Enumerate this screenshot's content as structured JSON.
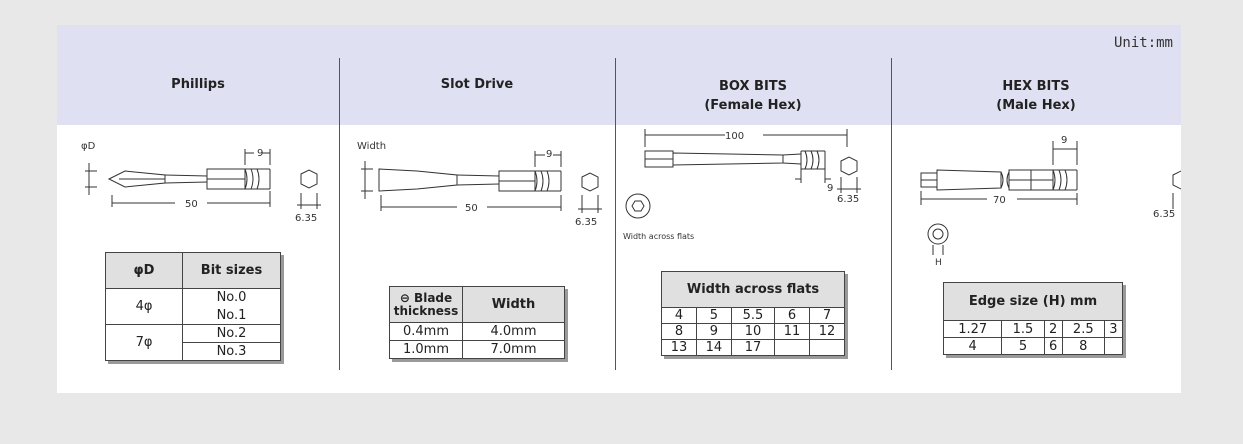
{
  "unit_label": "Unit:mm",
  "columns": {
    "phillips": {
      "title": "Phillips"
    },
    "slot": {
      "title": "Slot Drive"
    },
    "box": {
      "title": "BOX BITS",
      "subtitle": "(Female Hex)"
    },
    "hex": {
      "title": "HEX BITS",
      "subtitle": "(Male Hex)"
    }
  },
  "drawings": {
    "phillips": {
      "dia_label": "φD",
      "dim_9": "9",
      "dim_50": "50",
      "dim_635": "6.35"
    },
    "slot": {
      "width_label": "Width",
      "dim_9": "9",
      "dim_50": "50",
      "dim_635": "6.35"
    },
    "box": {
      "dim_100": "100",
      "dim_9": "9",
      "dim_635": "6.35",
      "caption": "Width across flats"
    },
    "hex": {
      "dim_9": "9",
      "dim_70": "70",
      "dim_635": "6.35",
      "h_label": "H"
    }
  },
  "tables": {
    "phillips": {
      "headers": [
        "φD",
        "Bit sizes"
      ],
      "rows": [
        {
          "d": "4φ",
          "sizes": [
            "No.0",
            "No.1"
          ]
        },
        {
          "d": "7φ",
          "sizes": [
            "No.2",
            "No.3"
          ]
        }
      ]
    },
    "slot": {
      "headers": [
        "⊖ Blade thickness",
        "Width"
      ],
      "rows": [
        [
          "0.4mm",
          "4.0mm"
        ],
        [
          "1.0mm",
          "7.0mm"
        ]
      ]
    },
    "box": {
      "header": "Width across flats",
      "rows": [
        [
          "4",
          "5",
          "5.5",
          "6",
          "7"
        ],
        [
          "8",
          "9",
          "10",
          "11",
          "12"
        ],
        [
          "13",
          "14",
          "17",
          "",
          ""
        ]
      ]
    },
    "hex": {
      "header": "Edge size (H) mm",
      "rows": [
        [
          "1.27",
          "1.5",
          "2",
          "2.5",
          "3"
        ],
        [
          "4",
          "5",
          "6",
          "8",
          ""
        ]
      ]
    }
  }
}
